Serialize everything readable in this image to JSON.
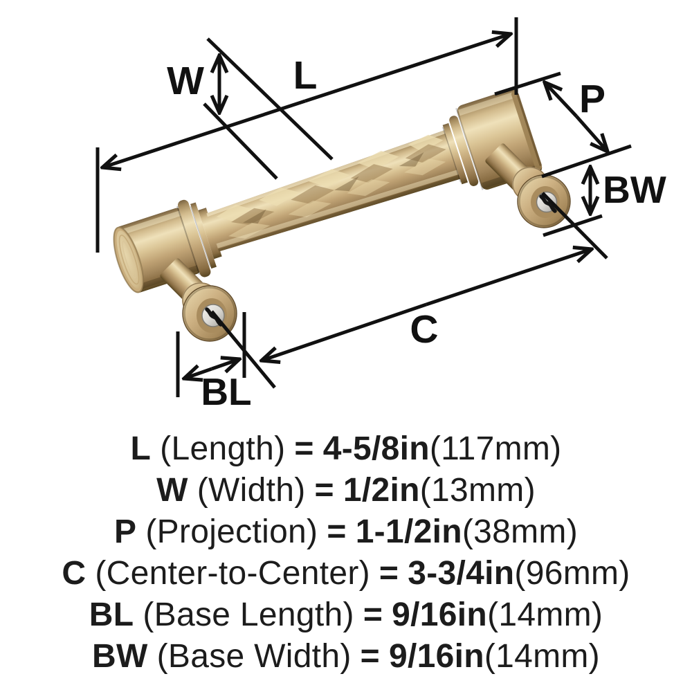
{
  "diagram": {
    "dim_labels": {
      "w": "W",
      "l": "L",
      "p": "P",
      "bw": "BW",
      "c": "C",
      "bl": "BL"
    }
  },
  "specs": {
    "equals": "=",
    "rows": [
      {
        "symbol": "L",
        "name": "(Length)",
        "inches": "4-5/8in",
        "mm": "(117mm)"
      },
      {
        "symbol": "W",
        "name": "(Width)",
        "inches": "1/2in",
        "mm": "(13mm)"
      },
      {
        "symbol": "P",
        "name": "(Projection)",
        "inches": "1-1/2in",
        "mm": "(38mm)"
      },
      {
        "symbol": "C",
        "name": "(Center-to-Center)",
        "inches": "3-3/4in",
        "mm": "(96mm)"
      },
      {
        "symbol": "BL",
        "name": "(Base Length)",
        "inches": "9/16in",
        "mm": "(14mm)"
      },
      {
        "symbol": "BW",
        "name": "(Base Width)",
        "inches": "9/16in",
        "mm": "(14mm)"
      }
    ]
  },
  "colors": {
    "background": "#ffffff",
    "line": "#111111",
    "text": "#1c1c1c",
    "handle_highlight": "#efe1ba",
    "handle_mid": "#c9ad7e",
    "handle_shadow": "#85693f",
    "screw_silver": "#dcdad5"
  }
}
